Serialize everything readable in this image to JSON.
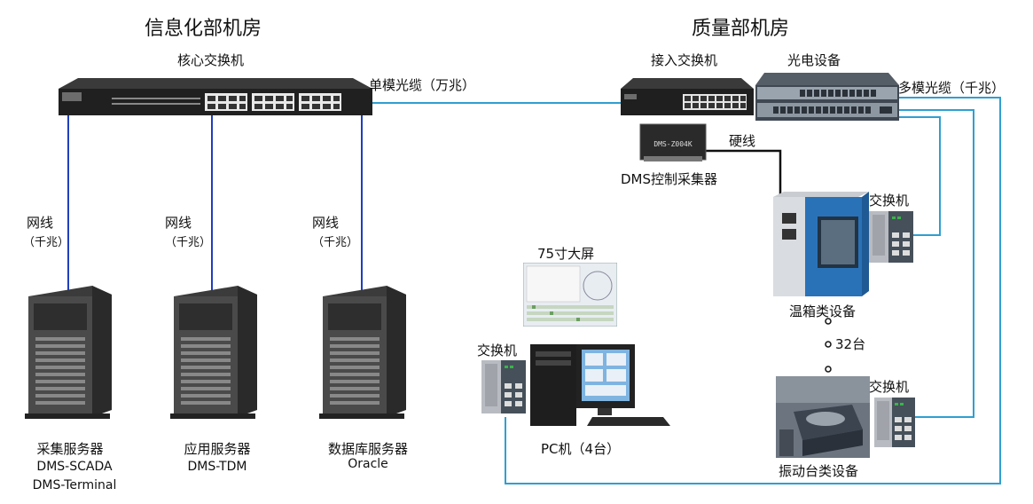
{
  "rooms": {
    "left_title": "信息化部机房",
    "right_title": "质量部机房"
  },
  "devices": {
    "core_switch": "核心交换机",
    "access_switch": "接入交换机",
    "optical_device": "光电设备",
    "dms_collector": "DMS控制采集器",
    "dms_collector_model": "DMS-Z004K",
    "big_screen": "75寸大屏",
    "pc": "PC机（4台）",
    "switch_pc": "交换机",
    "switch_chamber": "交换机",
    "switch_vibration": "交换机",
    "chamber": "温箱类设备",
    "vibration": "振动台类设备",
    "count_32": "32台"
  },
  "links": {
    "single_mode": "单模光缆（万兆）",
    "multi_mode": "多模光缆（千兆）",
    "hard_wire": "硬线",
    "net1": "网线",
    "net1_speed": "（千兆）",
    "net2": "网线",
    "net2_speed": "（千兆）",
    "net3": "网线",
    "net3_speed": "（千兆）"
  },
  "servers": [
    {
      "name": "采集服务器",
      "line2": "DMS-SCADA",
      "line3": "DMS-Terminal"
    },
    {
      "name": "应用服务器",
      "line2": "DMS-TDM"
    },
    {
      "name": "数据库服务器",
      "line2": "Oracle"
    }
  ],
  "colors": {
    "fiber": "#2f9fd0",
    "net_cable": "#1f3fbf",
    "hard_wire": "#111111"
  }
}
